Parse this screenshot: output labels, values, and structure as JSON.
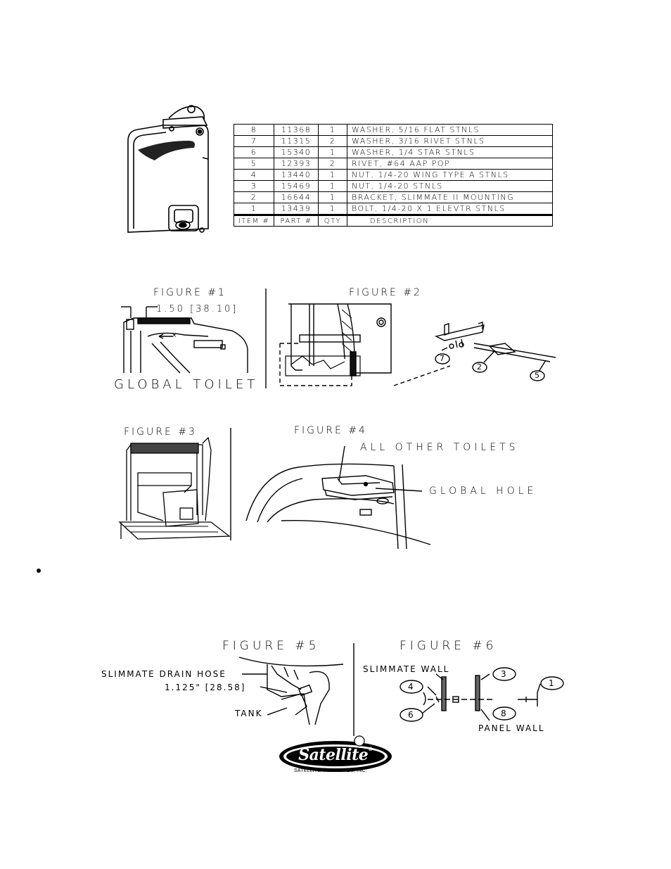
{
  "parts_table": {
    "rows": [
      {
        "item": "8",
        "part": "11368",
        "qty": "1",
        "description": "WASHER, 5/16 FLAT STNLS"
      },
      {
        "item": "7",
        "part": "11315",
        "qty": "2",
        "description": "WASHER, 3/16 RIVET STNLS"
      },
      {
        "item": "6",
        "part": "15340",
        "qty": "1",
        "description": "WASHER, 1/4 STAR STNLS"
      },
      {
        "item": "5",
        "part": "12393",
        "qty": "2",
        "description": "RIVET, #64 AAP POP"
      },
      {
        "item": "4",
        "part": "13440",
        "qty": "1",
        "description": "NUT, 1/4-20 WING TYPE A STNLS"
      },
      {
        "item": "3",
        "part": "15469",
        "qty": "1",
        "description": "NUT, 1/4-20 STNLS"
      },
      {
        "item": "2",
        "part": "16644",
        "qty": "1",
        "description": "BRACKET, SLIMMATE II MOUNTING"
      },
      {
        "item": "1",
        "part": "13439",
        "qty": "1",
        "description": "BOLT, 1/4-20 X 1 ELEVTR STNLS"
      }
    ],
    "header": {
      "item": "ITEM #",
      "part": "PART #",
      "qty": "QTY",
      "description": "DESCRIPTION"
    }
  },
  "figure1": {
    "title": "FIGURE #1",
    "dimension": "1.50 [38.10]",
    "caption": "GLOBAL TOILET",
    "arrow_mark": "×"
  },
  "figure2": {
    "title": "FIGURE #2",
    "callouts": [
      "7",
      "2",
      "5"
    ]
  },
  "figure3": {
    "title": "FIGURE #3"
  },
  "figure4": {
    "title": "FIGURE #4",
    "label_top": "ALL OTHER TOILETS",
    "label_hole": "GLOBAL HOLE"
  },
  "figure5": {
    "title": "FIGURE #5",
    "hose_label": "SLIMMATE DRAIN HOSE",
    "hose_dimension": "1.125\" [28.58]",
    "tank_label": "TANK"
  },
  "figure6": {
    "title": "FIGURE #6",
    "slimmate_wall": "SLIMMATE WALL",
    "panel_wall": "PANEL WALL",
    "callouts": [
      "4",
      "6",
      "3",
      "8",
      "1"
    ]
  },
  "logo": {
    "brand": "Satellite",
    "registered": "®",
    "company": "SATELLITE INDUSTRIES, INC."
  }
}
